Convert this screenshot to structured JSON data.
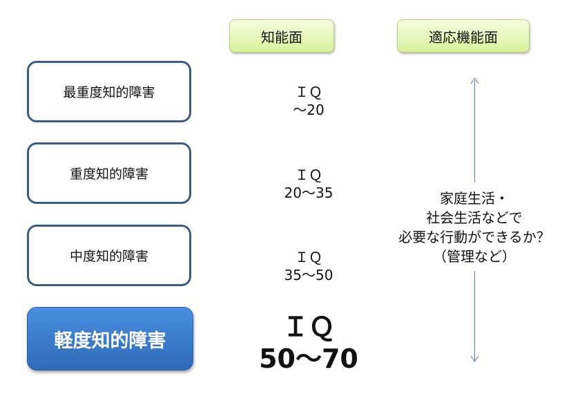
{
  "headers": {
    "intellect": "知能面",
    "adaptive": "適応機能面"
  },
  "levels": [
    {
      "label": "最重度知的障害",
      "iq_label": "ＩＱ",
      "iq_range": "～20"
    },
    {
      "label": "重度知的障害",
      "iq_label": "ＩＱ",
      "iq_range": "20～35"
    },
    {
      "label": "中度知的障害",
      "iq_label": "ＩＱ",
      "iq_range": "35～50"
    },
    {
      "label": "軽度知的障害",
      "iq_label": "ＩＱ",
      "iq_range": "50～70"
    }
  ],
  "adaptive_description": [
    "家庭生活・",
    "社会生活などで",
    "必要な行動ができるか？",
    "（管理など）"
  ]
}
